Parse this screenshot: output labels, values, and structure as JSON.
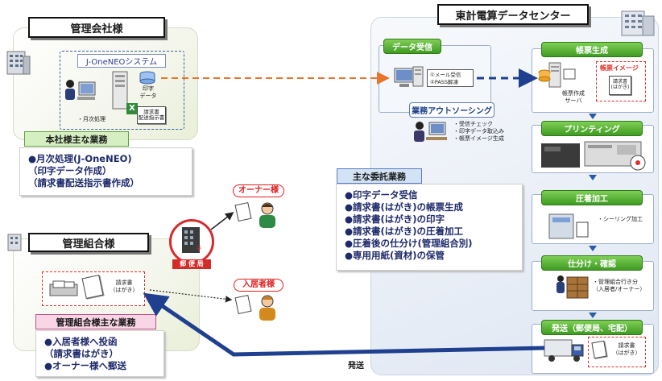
{
  "left_top": {
    "title": "管理会社様",
    "system_label": "J-OneNEOシステム",
    "print_data": "印字\nデータ",
    "monthly": "・月次処理",
    "invoice_doc": "請求書\n配送指示書",
    "task_tag": "本社様主な業務",
    "tasks": [
      "●月次処理(J-OneNEO)",
      "（印字データ作成）",
      "（請求書配送指示書作成）"
    ]
  },
  "left_bottom": {
    "title": "管理組合様",
    "post_office": "郵 便 局",
    "invoice_doc": "請求書\n（はがき）",
    "task_tag": "管理組合様主な業務",
    "tasks": [
      "●入居者様へ投函",
      "（請求書はがき）",
      "●オーナー様へ郵送"
    ]
  },
  "recipients": {
    "owner": "オーナー様",
    "resident": "入居者様"
  },
  "center": {
    "title": "東計電算データセンター",
    "data_receive": "データ受信",
    "mail_steps": "①メール受信\n②PASS解凍",
    "outsourcing": "業務アウトソーシング",
    "outsourcing_steps": [
      "・受信チェック",
      "・印字データ取込み",
      "・帳票イメージ生成"
    ],
    "task_tag": "主な委託業務",
    "tasks": [
      "●印字データ受信",
      "●請求書(はがき)の帳票生成",
      "●請求書(はがき)の印字",
      "●請求書(はがき)の圧着加工",
      "●圧着後の仕分け(管理組合別)",
      "●専用用紙(資材)の保管"
    ]
  },
  "pipeline": {
    "form_gen": "帳票生成",
    "form_server": "帳票作成\nサーバ",
    "form_image": "帳票イメージ",
    "form_image_doc": "請求書\n(はがき)",
    "printing": "プリンティング",
    "pressure": "圧着加工",
    "sealing": "・シーリング加工",
    "sorting": "仕分け・確認",
    "sorting_note": "・管理組合行き分\n（入居者/オーナー）",
    "shipping": "発送（郵便局、宅配）",
    "shipping_doc": "請求書\n（はがき）",
    "ship_label": "発送"
  },
  "colors": {
    "green_step": "#4aa82c",
    "arrow_blue": "#1f3f8f",
    "dash_orange": "#e8732a",
    "task_tag_green": "#d8f0c4",
    "task_tag_pink": "#f8d3e4",
    "task_tag_blue": "#d3e3f6"
  }
}
